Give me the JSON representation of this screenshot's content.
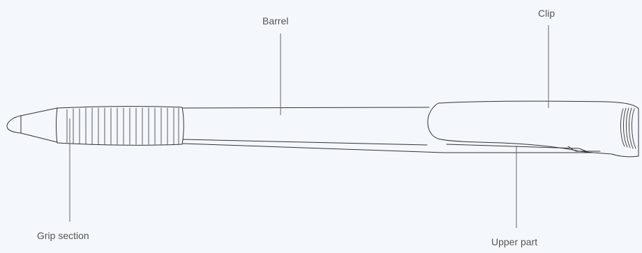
{
  "diagram": {
    "labels": {
      "barrel": "Barrel",
      "clip": "Clip",
      "grip_section": "Grip section",
      "upper_part": "Upper part"
    },
    "colors": {
      "background": "#f4f7fc",
      "outline": "#333333",
      "leader_line": "#666666",
      "label_text": "#555555"
    }
  }
}
